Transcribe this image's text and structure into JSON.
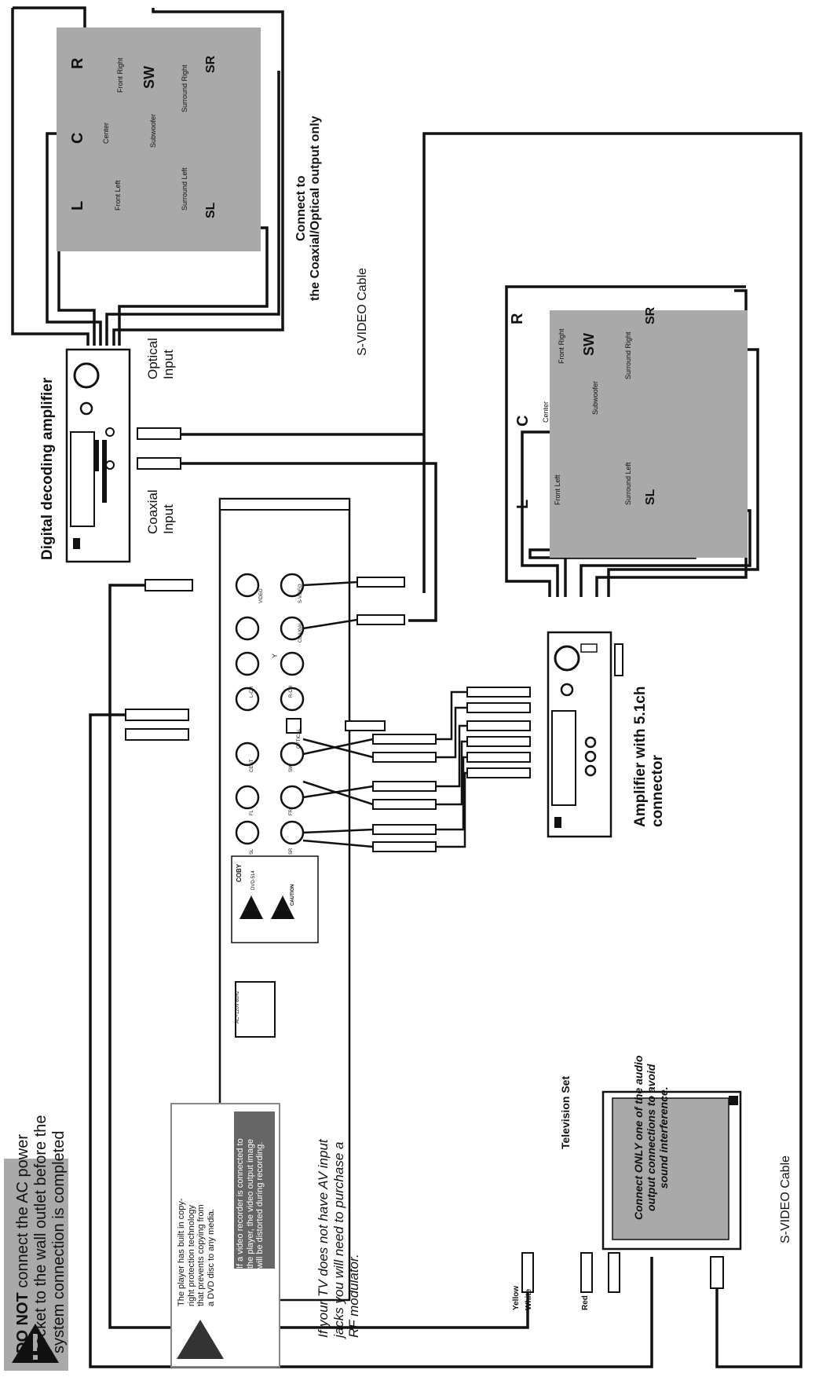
{
  "warning": {
    "do_not": "DO NOT",
    "rest_line1": " connect the AC power",
    "line2": "socket to the wall outlet before the",
    "line3": "system connection is completed"
  },
  "copy_notice": {
    "para1_l1": "The player has built in copy-",
    "para1_l2": "right protection technology",
    "para1_l3": "that prevents copying from",
    "para1_l4": "a DVD disc to any media.",
    "para2_l1": "If a video recorder is connected to",
    "para2_l2": "the player, the video output image",
    "para2_l3": "will be distorted during recording."
  },
  "rf_note": {
    "l1": "If your TV does not have AV input",
    "l2": "jacks you will need to purchase a",
    "l3": "RF modulator."
  },
  "digital_amp": {
    "title": "Digital decoding amplifier",
    "coaxial_input_l1": "Coaxial",
    "coaxial_input_l2": "Input",
    "optical_input_l1": "Optical",
    "optical_input_l2": "Input"
  },
  "speakers_top": {
    "connect_l1": "Connect to",
    "connect_l2": "the Coaxial/Optical output only",
    "L": "L",
    "C": "C",
    "R": "R",
    "SW": "SW",
    "SL": "SL",
    "SR": "SR",
    "front_left": "Front Left",
    "center": "Center",
    "front_right": "Front Right",
    "subwoofer": "Subwoofer",
    "surround_left": "Surround Left",
    "surround_right": "Surround Right"
  },
  "speakers_bottom": {
    "L": "L",
    "C": "C",
    "R": "R",
    "SW": "SW",
    "SL": "SL",
    "SR": "SR",
    "front_left": "Front Left",
    "center": "Center",
    "front_right": "Front Right",
    "subwoofer": "Subwoofer",
    "surround_left": "Surround Left",
    "surround_right": "Surround Right"
  },
  "amp51": {
    "title_l1": "Amplifier with 5.1ch",
    "title_l2": "connector"
  },
  "cables": {
    "svideo_top": "S-VIDEO Cable",
    "svideo_bottom": "S-VIDEO Cable"
  },
  "tv": {
    "title": "Television Set",
    "screen_l1": "Connect ONLY one of the audio",
    "screen_l2": "output connections to avoid",
    "screen_l3": "sound interference.",
    "yellow": "Yellow",
    "white": "White",
    "red": "Red"
  },
  "player": {
    "brand": "COBY",
    "model": "DVD-514",
    "caution": "CAUTION",
    "power": "AC~120V 60Hz",
    "video": "VIDEO",
    "svideo": "S-VIDEO",
    "coaxial": "COAXIAL",
    "optical": "OPTICAL",
    "lch": "L-CH",
    "rch": "R-CH",
    "y": "Y",
    "cent": "CENT",
    "sw": "SW",
    "fl": "FL",
    "fr": "FR",
    "sl": "SL",
    "sr": "SR"
  }
}
